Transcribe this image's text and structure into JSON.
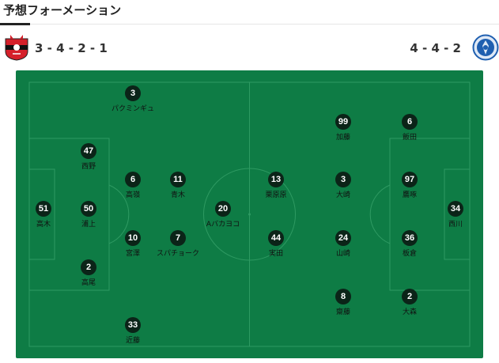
{
  "heading": "予想フォーメーション",
  "home": {
    "formation": "3 - 4 - 2 - 1",
    "emblem_icon": "consadole-sapporo-emblem-icon",
    "players": [
      {
        "number": "3",
        "name": "パクミンギュ"
      },
      {
        "number": "47",
        "name": "西野"
      },
      {
        "number": "6",
        "name": "高嶺"
      },
      {
        "number": "11",
        "name": "青木"
      },
      {
        "number": "51",
        "name": "高木"
      },
      {
        "number": "50",
        "name": "浦上"
      },
      {
        "number": "20",
        "name": "Aバカヨコ"
      },
      {
        "number": "10",
        "name": "宮澤"
      },
      {
        "number": "7",
        "name": "スパチョーク"
      },
      {
        "number": "2",
        "name": "高尾"
      },
      {
        "number": "33",
        "name": "近藤"
      }
    ]
  },
  "away": {
    "formation": "4 - 4 - 2",
    "emblem_icon": "mito-hollyhock-emblem-icon",
    "players": [
      {
        "number": "99",
        "name": "加藤"
      },
      {
        "number": "6",
        "name": "飯田"
      },
      {
        "number": "13",
        "name": "栗原原"
      },
      {
        "number": "3",
        "name": "大崎"
      },
      {
        "number": "97",
        "name": "鷹啄"
      },
      {
        "number": "34",
        "name": "西川"
      },
      {
        "number": "44",
        "name": "実田"
      },
      {
        "number": "24",
        "name": "山崎"
      },
      {
        "number": "36",
        "name": "板倉"
      },
      {
        "number": "8",
        "name": "齋藤"
      },
      {
        "number": "2",
        "name": "大森"
      }
    ]
  },
  "colors": {
    "pitch": "#0e7c45",
    "player_badge": "#0b2418",
    "home_red": "#d5202a",
    "away_blue": "#1f5fb0"
  }
}
